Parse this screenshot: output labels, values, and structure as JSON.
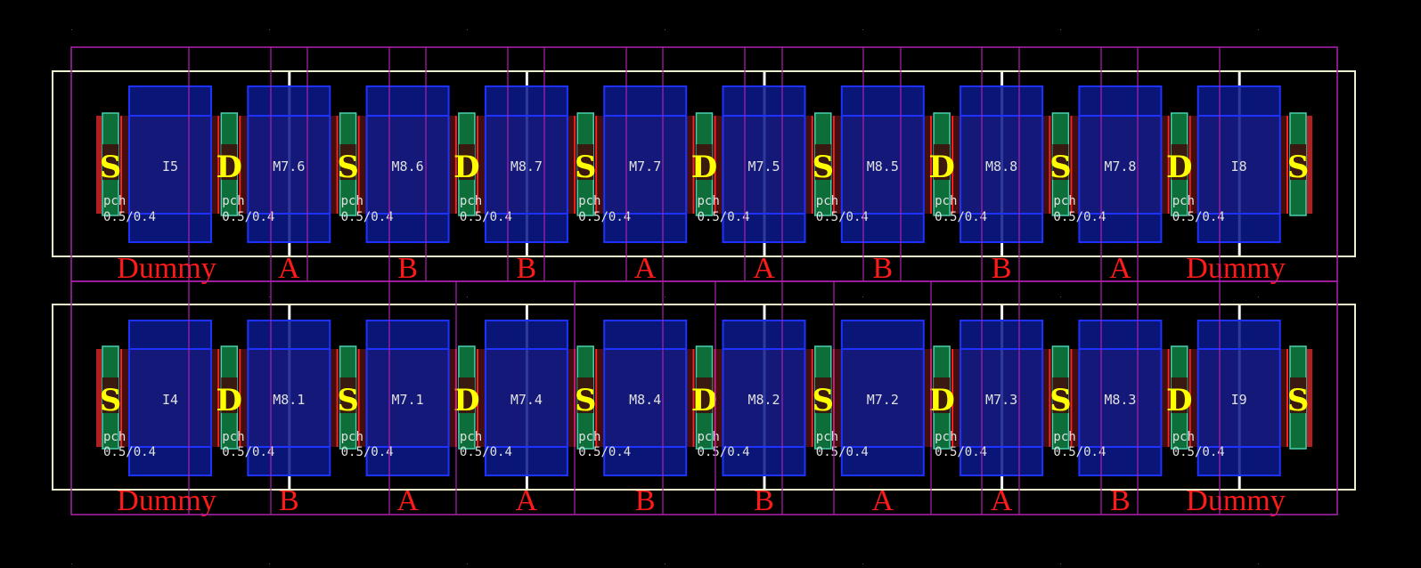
{
  "colors": {
    "background": "#000000",
    "cell_boundary": "#f0f0c8",
    "group_boundary": "#b020b0",
    "poly_fill": "#0a1a8c",
    "poly_stroke": "#1e32ff",
    "diffusion": "#7a1a1a",
    "contact_fill": "#0e6e3a",
    "contact_stroke": "#4ad0b0",
    "terminal_label": "#ffff00",
    "group_label": "#ff1a1a",
    "device_label": "#e0e0e0"
  },
  "rows": [
    {
      "devices": [
        "I5",
        "M7.6",
        "M8.6",
        "M8.7",
        "M7.7",
        "M7.5",
        "M8.5",
        "M8.8",
        "M7.8",
        "I8"
      ],
      "terminals": [
        "S",
        "D",
        "S",
        "D",
        "S",
        "D",
        "S",
        "D",
        "S",
        "D",
        "S"
      ],
      "device_type": "pch",
      "device_size": "0.5/0.4",
      "groups": [
        "Dummy",
        "A",
        "B",
        "B",
        "A",
        "A",
        "B",
        "B",
        "A",
        "Dummy"
      ]
    },
    {
      "devices": [
        "I4",
        "M8.1",
        "M7.1",
        "M7.4",
        "M8.4",
        "M8.2",
        "M7.2",
        "M7.3",
        "M8.3",
        "I9"
      ],
      "terminals": [
        "S",
        "D",
        "S",
        "D",
        "S",
        "D",
        "S",
        "D",
        "S",
        "D",
        "S"
      ],
      "device_type": "pch",
      "device_size": "0.5/0.4",
      "groups": [
        "Dummy",
        "B",
        "A",
        "A",
        "B",
        "B",
        "A",
        "A",
        "B",
        "Dummy"
      ]
    }
  ]
}
